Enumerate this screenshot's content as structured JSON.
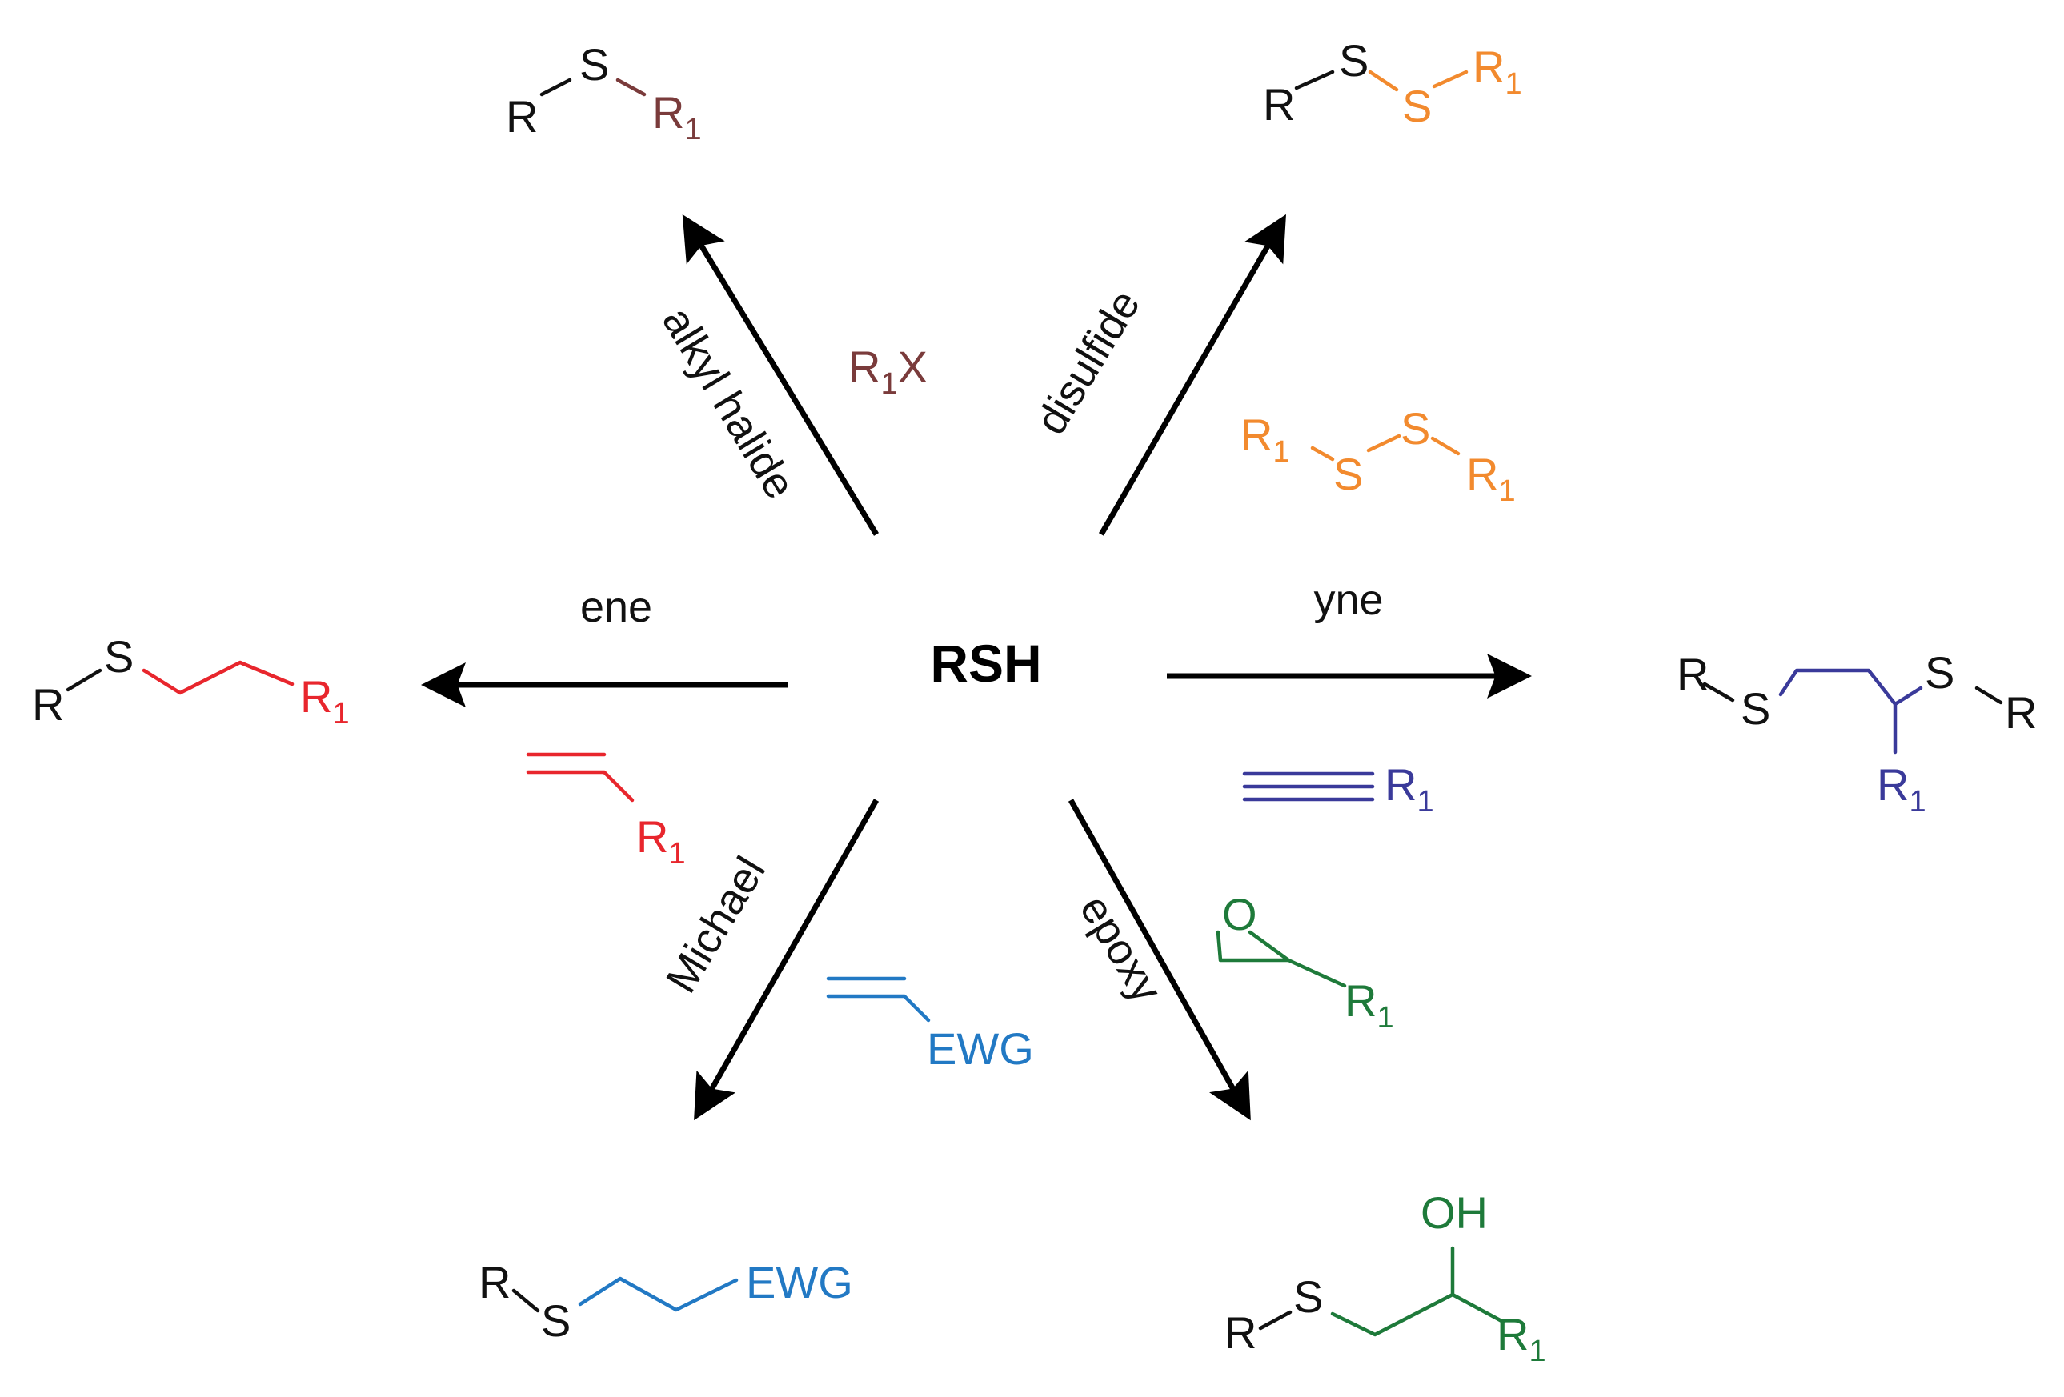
{
  "colors": {
    "black": "#111111",
    "alkyl_halide": "#7a3b3b",
    "disulfide": "#f28a2e",
    "ene": "#e8262d",
    "yne": "#3a3a9a",
    "michael": "#2279c4",
    "epoxy": "#1e7a3a"
  },
  "center": {
    "label": "RSH"
  },
  "reactions": {
    "alkyl_halide": {
      "name": "alkyl halide",
      "reagent": "R",
      "reagent_sub": "1",
      "reagent_tail": "X"
    },
    "disulfide": {
      "name": "disulfide"
    },
    "ene": {
      "name": "ene"
    },
    "yne": {
      "name": "yne"
    },
    "michael": {
      "name": "Michael"
    },
    "epoxy": {
      "name": "epoxy"
    }
  },
  "atoms": {
    "R": "R",
    "S": "S",
    "R1_main": "R",
    "R1_sub": "1",
    "EWG": "EWG",
    "O": "O",
    "OH": "OH"
  }
}
